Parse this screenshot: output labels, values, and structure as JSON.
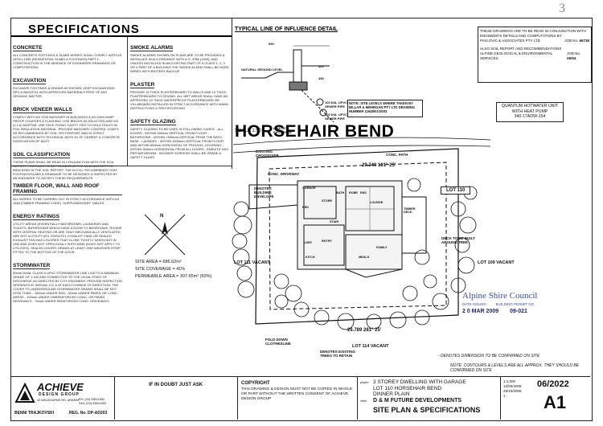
{
  "page_number": "3",
  "specifications": {
    "title": "SPECIFICATIONS",
    "sections": [
      {
        "heading": "CONCRETE",
        "text": "ALL CONCRETE FOOTINGS & SLABS WORKS SHALL COMPLY WITH AS 2870/1-1996 (RESIDENTIAL SLABS & FOOTINGS) PART 1: CONSTRUCTION IN THE ABSENCE OF ENGINEERS DRAWINGS OR COMPUTATIONS"
      },
      {
        "heading": "EXCAVATION",
        "text": "EXCAVATE FOOTINGS & DRAINS AS SHOWN. KEEP EXCAVATIONS DRY & BACKFILL WITH APPROVED MATERIALS FREE OF ANY ORGANIC MATTER"
      },
      {
        "heading": "BRICK VENEER WALLS",
        "text": "COMPLY WITH AS 3700 MASONRY IN BUILDINGS & AS 2904 DAMP PROOF COURSES & FLASHING. USE BRICKS AS SELECTED AND M3 (1:1:6) MORTAR. USE FACE FIXING CAVITY TIES TO HOLD HOLES IN FOIL INSULATION MATERIAL. PROVIDE MASONRY CONTROL JOINTS AS RECOMMENDED BY SOIL TEST REPORT AND IN STRICT ACCORDANCE WITH TECHNICAL NOTE 61 OF CEMENT & CONCRETE ASSOCIATION OF AUST."
      },
      {
        "heading": "SOIL CLASSIFICATION",
        "text": "THESE PLANS SHALL BE READ IN CONJUNCTION WITH THE SOIL REPORT. FOOTINGS TO BE FOUNDED AT THE MINIMUM DEPTHS INDICATED IN THE SOIL REPORT. THE N.G.R.L RECOMMENDS THAT FOOTINGS/SLABS & DRAINAGE TO BE DESIGNED & INSPECTED BY AN ENGINEER TO SATISFY THESE REQUIREMENTS."
      },
      {
        "heading": "TIMBER FLOOR, WALL AND ROOF FRAMING",
        "text": "ALL WORKS TO BE CARRIED OUT IN STRICT ACCORDANCE WITH AS 1684 (TIMBER FRAMING CODE). SUPPLEMENTARY TABLES."
      },
      {
        "heading": "ENERGY RATINGS",
        "text": "UTILITY AREAS (ESSENTIALLY BATHROOMS, LAUNDRIES AND TOILETS, BATHROOMS WHICH HAVE A DOOR TO BEDROOMS, ROOMS WITH CENTRAL HEATING OR ARE ONLY MECHANICALLY VENTILATED ARE NOT A UTILITY (EG. ENSUITE). EXHAUST FANS OR SEALED EXHAUST FAN HAS LOUVRES THAT CLOSE TIGHTLY WHEN NOT IN USE AND DOES NOT OPEN EASILY WITH WIND (DOES NOT APPLY TO UTILITIES). SEALED DOORS: DRAWS AT LEAST ONE WEATHER-STRIP FITTED TO THE BOTTOM OF THE DOOR."
      },
      {
        "heading": "STORMWATER",
        "text": "90mm DIAM. CLASS 6 UPVC STORMWATER LINE LAID TO A MINIMUM GRADE OF 1:100 AND CONNECTED TO THE LEGAL POINT OF DISCHARGE AS DIRECTED BY CITY ENGINEER. PROVIDE INSPECTION OPENINGS AT 9000mm C/C & AT EACH CHANGE OF DIRECTION. THE COVER TO UNDERGROUND STORMWATER DRAINS SHALL BE NOT LESS THAN: - 100mm UNDER SOIL - 50mm UNDER PAVED OR CONC. AREAS - 100mm UNDER UNREINFORCED CONC. OR PAVED DRIVEWAYS - 75mm UNDER REINFORCED CONC. DRIVEWAYS"
      }
    ],
    "smoke_alarms": {
      "heading": "SMOKE ALARMS",
      "text": "SMOKE ALARMS SHOWN ON PLANS ARE TO BE PROVIDED & INSTALLED IN ACCORDANCE WITH A.S. 3786 (1993), AND UNLESS INSTALLED IN AN EXISTING PART OF A CLASS 1, 2, 3 OR 4 PART OF A BUILDING THE SMOKE ALARM SHALL BE HARD WIRED WITH BATTERY BACKUP."
    },
    "plaster": {
      "heading": "PLASTER",
      "text": "PROVIDE 10 THICK PLASTERBOARD TO WALLS AND 10 THICK PLASTERBOARD TO CEILING. ALL WET AREAS SHALL HAVE AN APPROVED 10 THICK WATERPROOF PLASTERBOARD OR VILLABOARD INSTALLED IN STRICT ACCORDANCE WITH MANU. INSTRUCTIONS & SPECIFICATIONS"
    },
    "safety_glazing": {
      "heading": "SAFETY GLAZING",
      "text": "SAFETY GLAZING TO BE USED IN FOLLOWING CASES: - ALL DOORS - WITHIN 500mm VERTICAL FROM FLOOR - BATHROOMS - WITHIN 1500mm VERTICAL FROM THE BATH BASE - LAUNDRY - WITHIN 1000mm VERTICAL FROM FLOOR AND WITHIN 500mm HORIZONTAL OF TROUGH - DOORWAY - WITHIN 300mm HORIZONTAL FROM ALL DOORS - ENSUITE DAS PER BATHROOM - SHOWER SCREENS SHALL BE GRADE A SAFETY GLASS"
    }
  },
  "influence_detail": {
    "title": "TYPICAL LINE OF INFLUENCE DETAIL",
    "scale": "SCALE 1:50",
    "labels": {
      "ngl": "NATURAL GROUND LEVEL",
      "line": "LINE OF INFLUENCE",
      "pipe1": "100 DIA. UPVC SEWER PIPE",
      "pipe2": "100 DIA. UPVC SEWER PIPE",
      "dim1": "650",
      "dim2": "300",
      "dim3": "450"
    },
    "note": "NOTE: SITE LEVELS WHERE TAKEN BY BILLAR & MEHRGAN PTY LTD DRAWING NUMBER 11648/01/2003"
  },
  "engineer_note": {
    "text1": "THESE DRAWINGS ARE TO BE READ IN CONJUNCTION WITH ENGINEER'S DETAILS AND COMPUTATIONS BY:",
    "firm1": "PAVLOVIC & ASSOCIATES PTY LTD",
    "job1_label": "JOB No.",
    "job1": "66736",
    "text2": "ALSO SOIL REPORT AND RECOMMENDATIONS",
    "firm2": "ALPINE GEOLOGICAL & ENVIRONMENTAL SERVICES",
    "job2_label": "JOB No.",
    "job2": "06/64"
  },
  "quantum_note": {
    "line1": "QUANTUM HOTWATER UNIT",
    "line2": "WITH HEAT PUMP",
    "line3": "340-17AOW-154"
  },
  "site_plan": {
    "street": "HORSEHAIR BEND",
    "existing_crossover": "EXISTING CROSSOVER",
    "conc_path": "CONC. PATH",
    "conc_driveway": "CONC. DRIVEWAY",
    "building_envelope": "DENOTES BUILDING ENVELOPE",
    "top_dim": "29.340",
    "top_bearing": "101° 25'",
    "bottom_dim": "26.789",
    "bottom_bearing": "281° 25'",
    "lot110": "LOT 110",
    "lot111": "LOT 111 VACANT",
    "lot109": "LOT 109 VACANT",
    "lot114": "LOT 114 VACANT",
    "fold_down": "FOLD DOWN CLOTHESLINE",
    "trees": "DENOTES EXISTING TREES TO RETAIN",
    "deck": "DECK TO BE BUILT AROUND TREE",
    "rooms": [
      "GARAGE",
      "BED",
      "STORE",
      "LOUNGE",
      "ENTRY",
      "KITCH",
      "MEALS",
      "FAMILY",
      "LDRY",
      "TIMBER DECK",
      "BATH",
      "ROBE",
      "ENS",
      "STAIR"
    ],
    "north": "N",
    "site_area": "SITE AREA = 686.62m²",
    "site_coverage": "SITE COVERAGE = 41%",
    "permeable": "PERMEABLE AREA = 307.65m² (50%)"
  },
  "council_stamp": {
    "council": "Alpine Shire Council",
    "date_issued": "DATE ISSUED",
    "permit_no_label": "BUILDING PERMIT NO.",
    "date": "2 0 MAR 2009",
    "permit": "09-021"
  },
  "notes": {
    "n1": "- DENOTES DIMENSION TO BE CONFIRMED ON SITE",
    "n2": "NOTE: CONTOURS & LEVELS ARE ALL APPROX. THEY SHOULD BE CONFIRMED ON SITE"
  },
  "title_block": {
    "company": "ACHIEVE",
    "company_sub": "DESIGN GROUP",
    "address": "40 MELBOURNE RD. ARARAT",
    "phone_label": "PH:",
    "phone": "(03) 93521552",
    "fax_label": "FAX:",
    "fax": "(03) 93521553",
    "drafter": "BENNI TRAJKOVSKI",
    "reg": "REG. No. DP-AD203",
    "doubt": "IF IN DOUBT JUST ASK",
    "copyright_title": "COPYRIGHT",
    "copyright": "THIS DRAWING & DESIGN MUST NOT BE COPIED IN WHOLE OR PART WITHOUT THE WRITTEN CONSENT OF ACHIEVE DESIGN GROUP",
    "project_label": "project",
    "project1": "3 STOREY DWELLING WITH GARAGE",
    "project2": "LOT 110 HORSEHAIR BEND",
    "project3": "DINNER PLAIN",
    "client_label": "client",
    "client": "D & M FUTURE DEVELOPMENTS",
    "drawing": "SITE PLAN & SPECIFICATIONS",
    "job_no": "06/2022",
    "scale": "1:1,000",
    "date1": "12/03/2009",
    "date2": "29/10/2008",
    "sheet": "A1",
    "rev": "1"
  },
  "colors": {
    "ink": "#111111",
    "paper": "#ffffff",
    "blue_stamp": "#3b4fa8",
    "hatch": "#555555"
  }
}
